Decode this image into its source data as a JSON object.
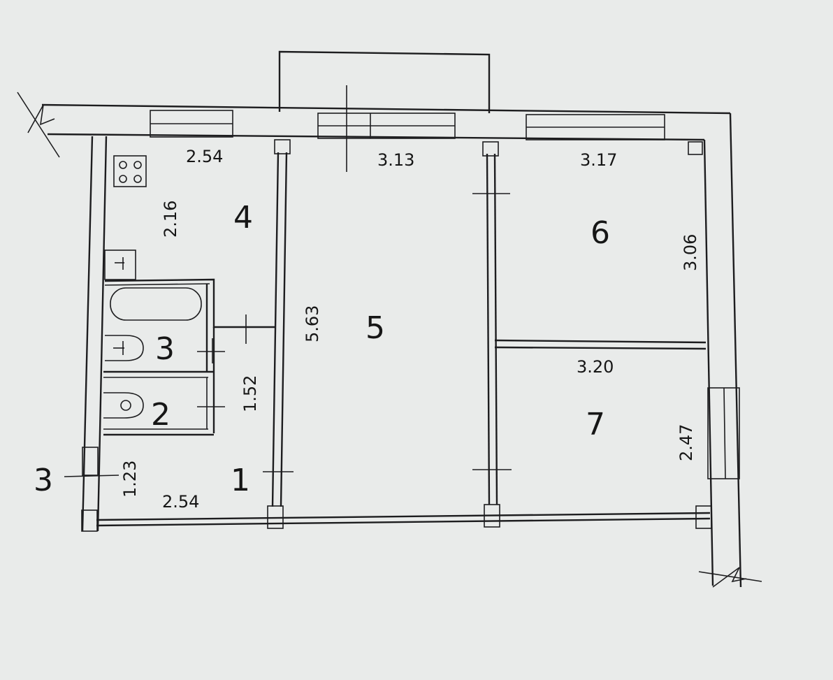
{
  "rooms": {
    "r1": "1",
    "r2": "2",
    "r3": "3",
    "r4": "4",
    "r5": "5",
    "r6": "6",
    "r7": "7"
  },
  "dimensions": {
    "kitchen_width": "2.54",
    "kitchen_depth": "2.16",
    "living_width": "3.13",
    "living_length": "5.63",
    "room6_width": "3.17",
    "room6_depth": "3.06",
    "room7_width": "3.20",
    "room7_depth": "2.47",
    "hall_length": "1.52",
    "entry_depth": "1.23",
    "entry_width": "2.54"
  },
  "section_mark": "3",
  "colors": {
    "background": "#e9ebea",
    "line": "#1d1d1f"
  }
}
